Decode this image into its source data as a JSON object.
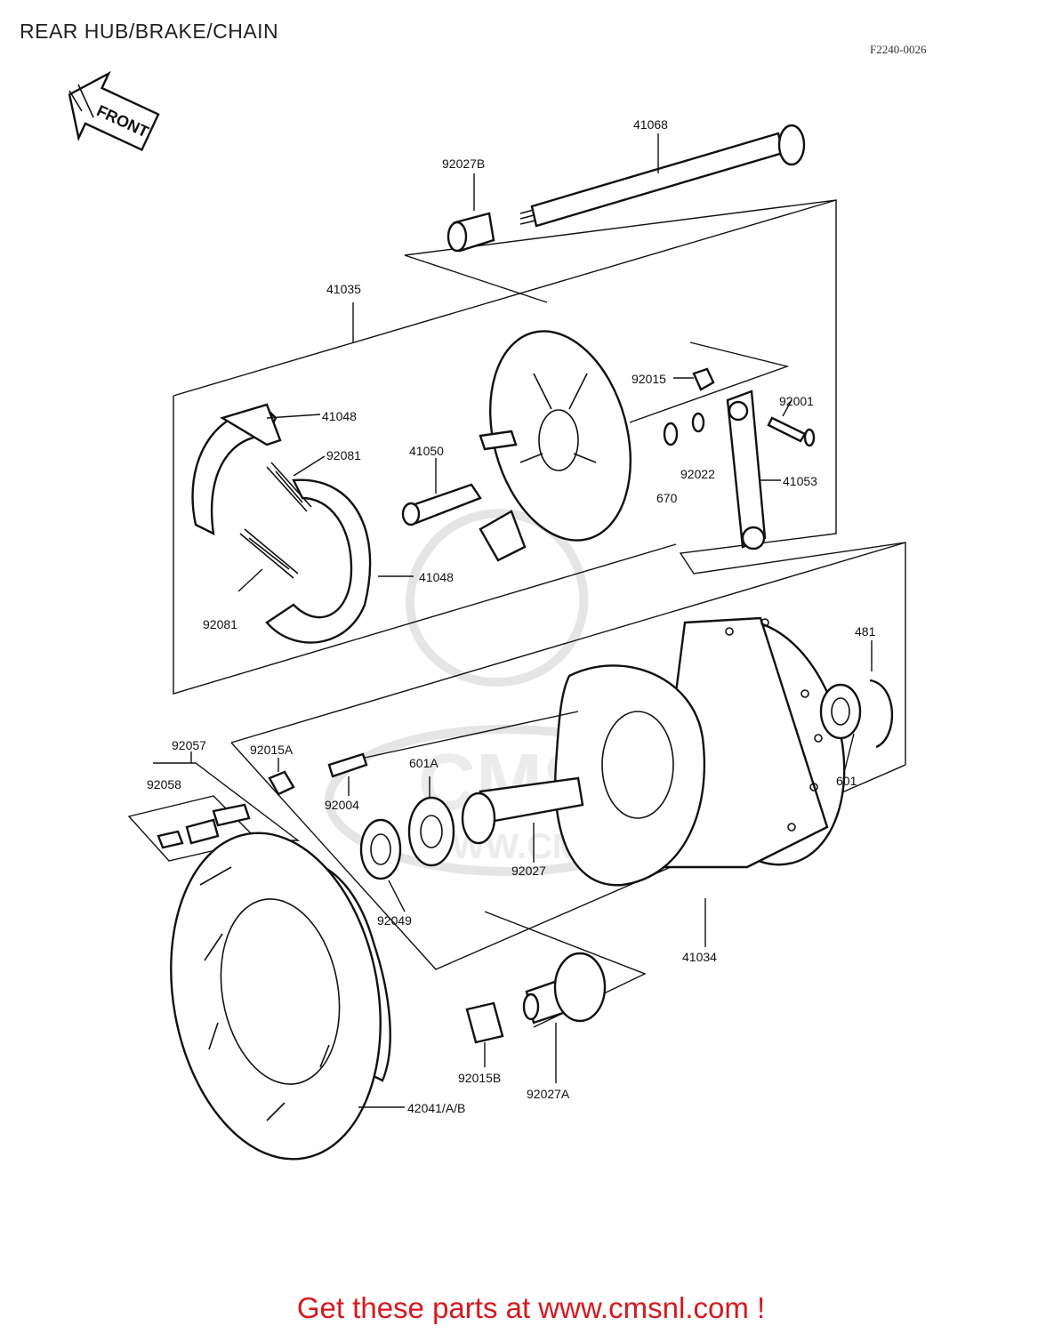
{
  "header": {
    "title": "REAR HUB/BRAKE/CHAIN",
    "code": "F2240-0026"
  },
  "front_arrow": "FRONT",
  "watermark": {
    "brand": "CMS",
    "url": "WWW.CMSNL.COM"
  },
  "parts": {
    "p41068": "41068",
    "p92027B": "92027B",
    "p41035": "41035",
    "p92015": "92015",
    "p92001": "92001",
    "p41048a": "41048",
    "p92081a": "92081",
    "p41050": "41050",
    "p92022": "92022",
    "p670": "670",
    "p41053": "41053",
    "p41048b": "41048",
    "p92081b": "92081",
    "p481": "481",
    "p92057": "92057",
    "p92015A": "92015A",
    "p601A": "601A",
    "p92058": "92058",
    "p92004": "92004",
    "p601": "601",
    "p92027": "92027",
    "p92049": "92049",
    "p41034": "41034",
    "p92015B": "92015B",
    "p92027A": "92027A",
    "p42041": "42041/A/B"
  },
  "footer": {
    "cta": "Get these parts at www.cmsnl.com !"
  }
}
